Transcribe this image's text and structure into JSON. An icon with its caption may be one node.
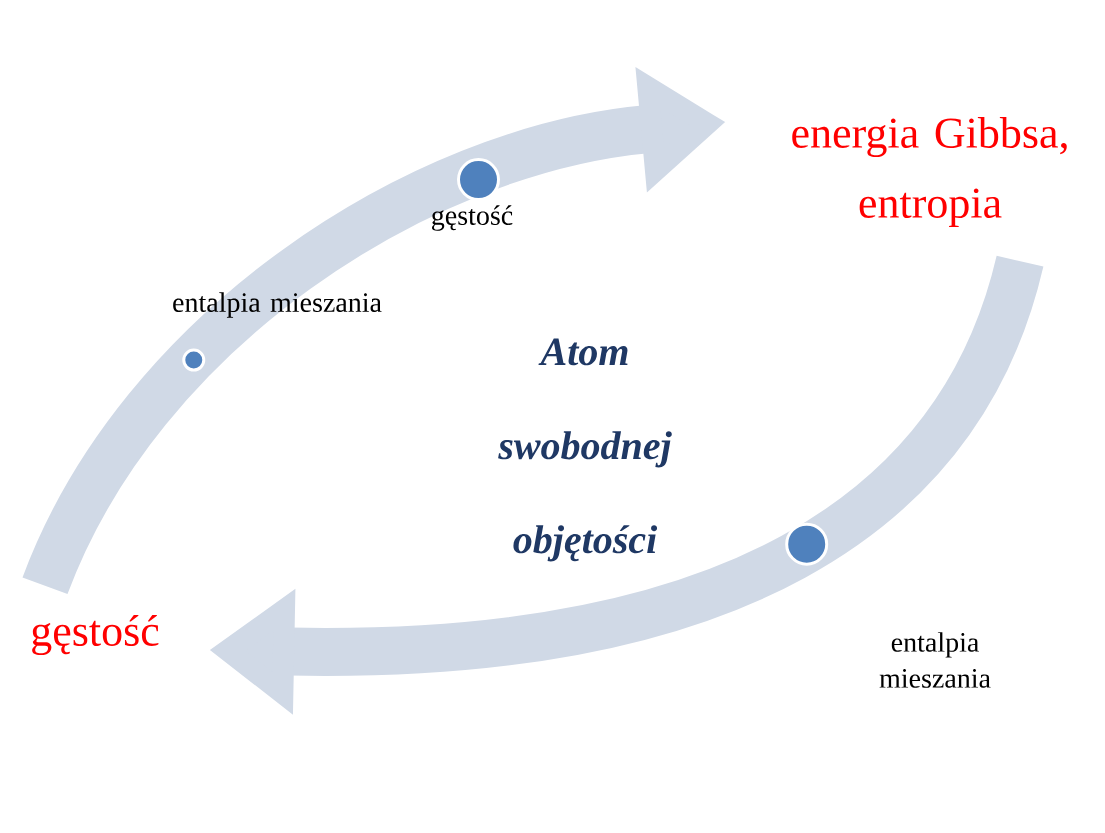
{
  "diagram": {
    "nodes": [
      {
        "text": [
          "gęstość"
        ]
      },
      {
        "text": [
          "energia Gibbsa, entropia"
        ]
      },
      {
        "text": [
          "Atom swobodnej objętości"
        ]
      }
    ],
    "edges": [
      {
        "from": 0,
        "to": 1,
        "arrow": "to"
      },
      {
        "from": 1,
        "to": 0,
        "arrow": "to"
      }
    ],
    "labels": [
      "gęstość",
      "entalpia mieszania",
      "entalpia mieszania"
    ]
  }
}
